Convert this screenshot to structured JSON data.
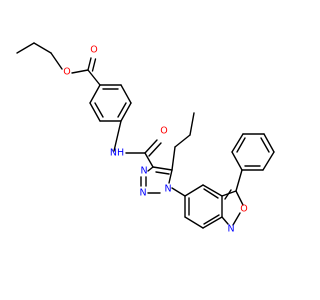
{
  "molecule": {
    "bond_color": "#000000",
    "atoms": {
      "ester_o_single": {
        "text": "O",
        "color": "#ff0000"
      },
      "ester_o_double": {
        "text": "O",
        "color": "#ff0000"
      },
      "amide_nh": {
        "text": "NH",
        "color": "#0000ff"
      },
      "amide_o": {
        "text": "O",
        "color": "#ff0000"
      },
      "triazole_n3": {
        "text": "N",
        "color": "#0000ff"
      },
      "triazole_n2": {
        "text": "N",
        "color": "#0000ff"
      },
      "triazole_n1": {
        "text": "N",
        "color": "#0000ff"
      },
      "isoxazole_o": {
        "text": "O",
        "color": "#ff0000"
      },
      "isoxazole_n": {
        "text": "N",
        "color": "#0000ff"
      }
    }
  }
}
